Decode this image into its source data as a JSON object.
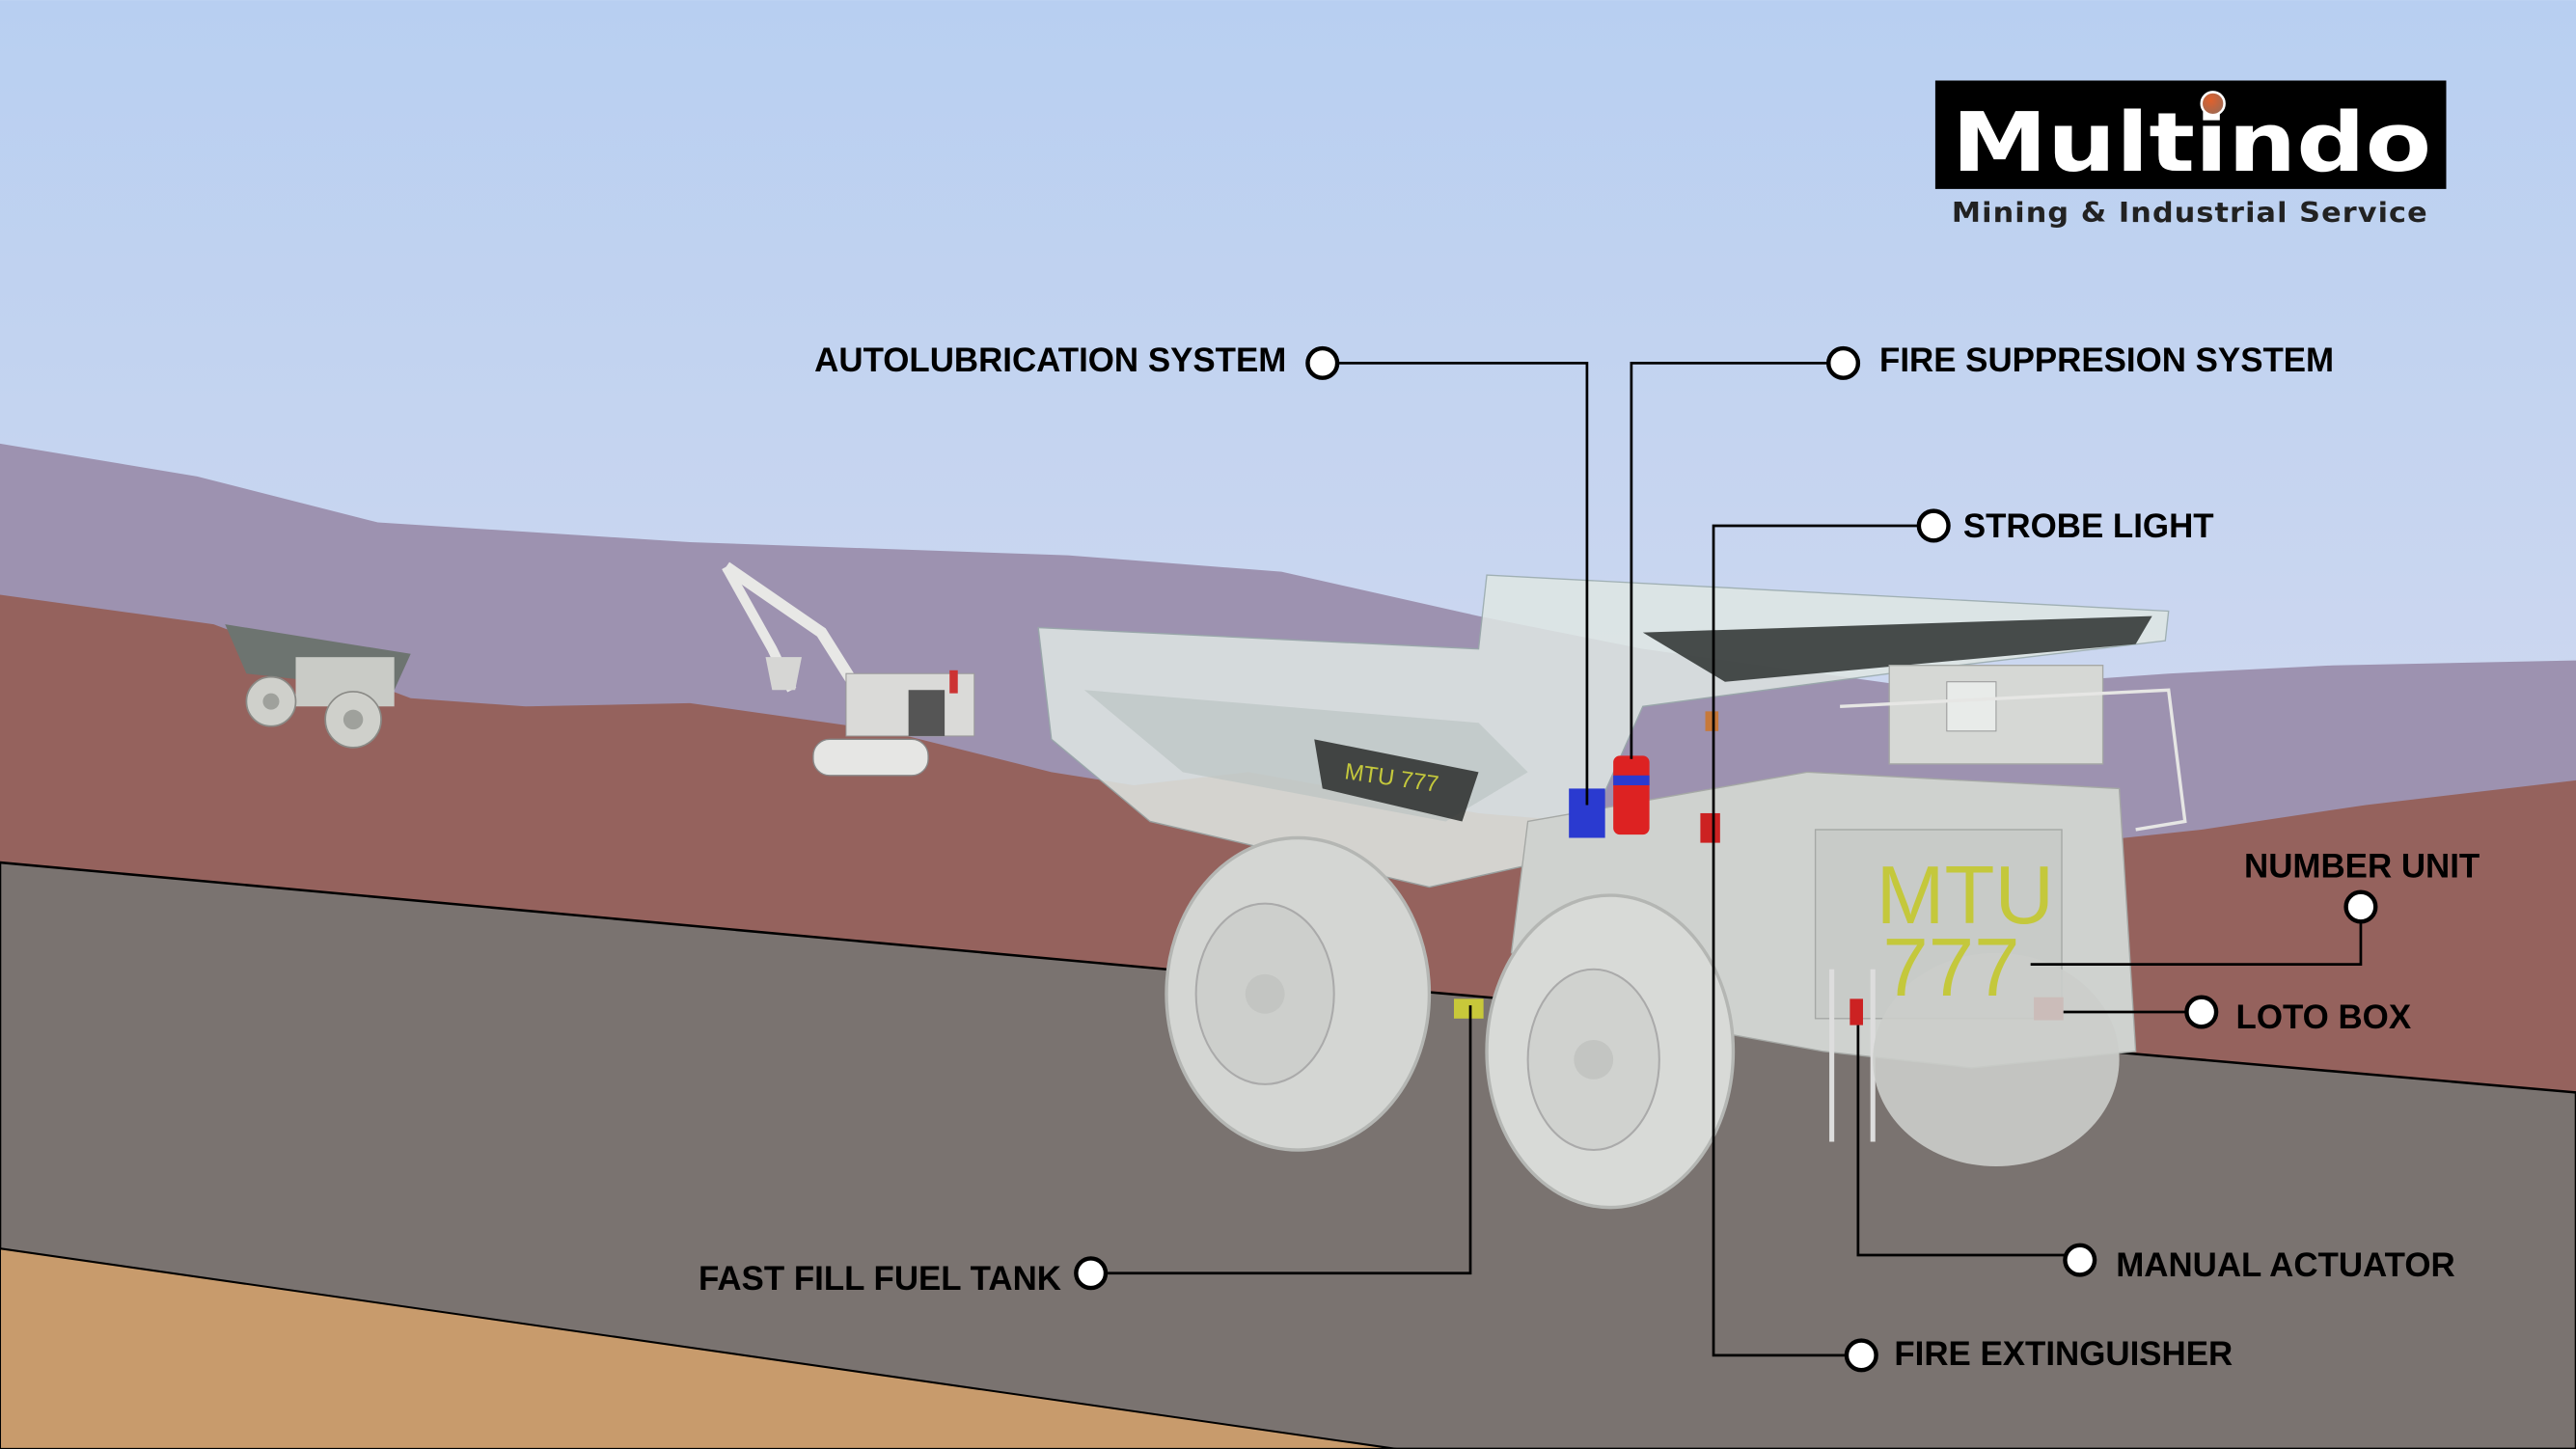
{
  "logo": {
    "name": "Multindo",
    "tagline": "Mining & Industrial Service",
    "dot_color": "#d0562e"
  },
  "truck": {
    "unit_text_line1": "MTU",
    "unit_text_line2": "777",
    "body_unit_text": "MTU 777"
  },
  "callouts": {
    "autolubrication": "AUTOLUBRICATION SYSTEM",
    "fire_suppression": "FIRE SUPPRESION SYSTEM",
    "strobe_light": "STROBE LIGHT",
    "number_unit": "NUMBER UNIT",
    "loto_box": "LOTO BOX",
    "manual_actuator": "MANUAL ACTUATOR",
    "fire_extinguisher": "FIRE EXTINGUISHER",
    "fast_fill_fuel_tank": "FAST FILL FUEL TANK"
  },
  "colors": {
    "sky_top": "#b8cff1",
    "sky_bottom": "#dedcec",
    "hills": "#9d92b0",
    "ground": "#95625d",
    "road": "#7a7370",
    "sand": "#c89b6c"
  }
}
